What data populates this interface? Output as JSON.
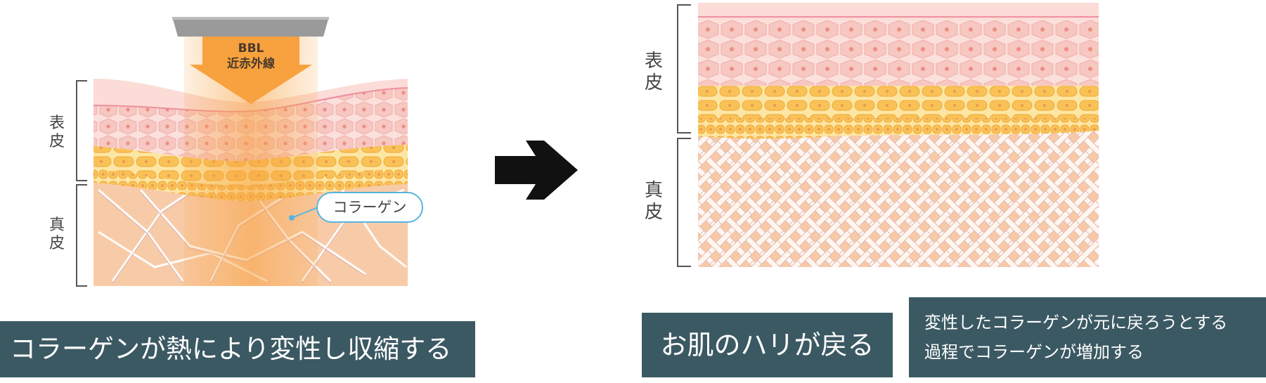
{
  "left_panel": {
    "device": {
      "line1": "BBL",
      "line2": "近赤外線"
    },
    "labels": {
      "epidermis": "表皮",
      "dermis": "真皮"
    },
    "callout": "コラーゲン",
    "caption": "コラーゲンが熱により変性し収縮する"
  },
  "right_panel": {
    "labels": {
      "epidermis": "表皮",
      "dermis": "真皮"
    },
    "caption_main": "お肌のハリが戻る",
    "caption_note_line1": "変性したコラーゲンが元に戻ろうとする",
    "caption_note_line2": "過程でコラーゲンが増加する"
  },
  "colors": {
    "caption_bg": "#3b5963",
    "epidermis_pink": "#f9d2cf",
    "cell_nucleus": "#ee9a8e",
    "granular_yellow": "#fbc86a",
    "dermis_peach": "#f8cba8",
    "collagen_stripe": "#ffffff",
    "light_orange": "#f7a13f"
  },
  "icons": [
    "near-infrared-arrow-icon",
    "process-arrow-icon",
    "callout-pointer-icon"
  ]
}
